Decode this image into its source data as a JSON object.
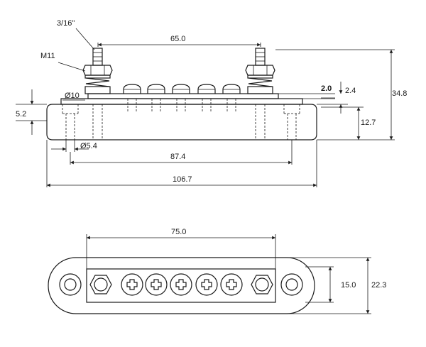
{
  "side_view": {
    "labels": {
      "stud_size": "3/16\"",
      "nut_thread": "M11",
      "width_top": "65.0",
      "hole_dia": "Ø10",
      "thickness_left": "5.2",
      "small_hole_dia": "Ø5.4",
      "hole_spacing": "87.4",
      "overall_length": "106.7",
      "screw_gap": "2.0",
      "top_plate": "2.4",
      "overall_height": "34.8",
      "base_height": "12.7"
    }
  },
  "top_view": {
    "labels": {
      "bar_length": "75.0",
      "bar_width": "15.0",
      "overall_width": "22.3"
    }
  },
  "colors": {
    "ink": "#1a1a1a",
    "background": "#ffffff"
  }
}
